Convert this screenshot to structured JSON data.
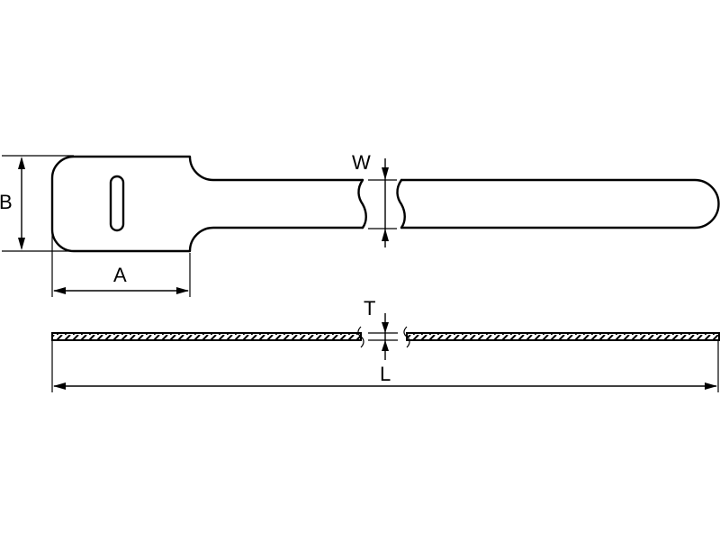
{
  "diagram": {
    "subject": "hook-and-loop cable tie (strap) dimension drawing",
    "views": [
      {
        "name": "top-view",
        "description": "Plan view showing head with slot and strap body"
      },
      {
        "name": "side-view",
        "description": "Side view showing hatched thickness section"
      }
    ],
    "dimensions": {
      "A": {
        "label": "A",
        "meaning": "head length"
      },
      "B": {
        "label": "B",
        "meaning": "head width"
      },
      "W": {
        "label": "W",
        "meaning": "strap width"
      },
      "T": {
        "label": "T",
        "meaning": "thickness"
      },
      "L": {
        "label": "L",
        "meaning": "overall length"
      }
    },
    "colors": {
      "line": "#000000",
      "background": "#ffffff"
    }
  }
}
